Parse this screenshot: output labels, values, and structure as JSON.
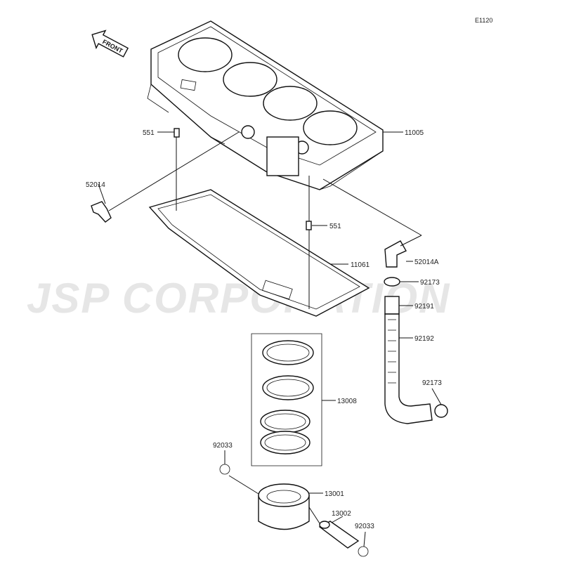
{
  "diagram_code": "E1120",
  "watermark": "JSP CORPORATION",
  "front_label": "FRONT",
  "callouts": [
    {
      "id": "c-11005",
      "text": "11005"
    },
    {
      "id": "c-551-top",
      "text": "551"
    },
    {
      "id": "c-52014",
      "text": "52014"
    },
    {
      "id": "c-551-mid",
      "text": "551"
    },
    {
      "id": "c-11061",
      "text": "11061"
    },
    {
      "id": "c-52014A",
      "text": "52014A"
    },
    {
      "id": "c-92173-a",
      "text": "92173"
    },
    {
      "id": "c-92191",
      "text": "92191"
    },
    {
      "id": "c-92192",
      "text": "92192"
    },
    {
      "id": "c-92173-b",
      "text": "92173"
    },
    {
      "id": "c-13008",
      "text": "13008"
    },
    {
      "id": "c-92033-a",
      "text": "92033"
    },
    {
      "id": "c-13001",
      "text": "13001"
    },
    {
      "id": "c-13002",
      "text": "13002"
    },
    {
      "id": "c-92033-b",
      "text": "92033"
    }
  ]
}
